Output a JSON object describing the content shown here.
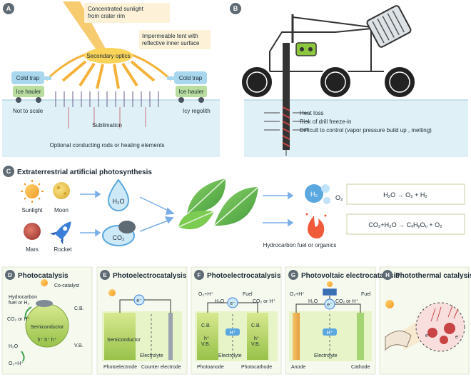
{
  "panelA": {
    "letter": "A",
    "sunlight": "Concentrated sunlight\nfrom crater rim",
    "tent": "Impermeable tent with\nreflective inner surface",
    "optics": "Secondary optics",
    "cold_trap": "Cold trap",
    "ice_hauler": "Ice hauler",
    "not_to_scale": "Not to scale",
    "icy_regolith": "Icy regolith",
    "sublimation": "Sublimation",
    "rods": "Optional conducting rods or heating elements"
  },
  "panelB": {
    "letter": "B",
    "heat_loss": "Heat loss",
    "freeze": "Risk of drill freeze-in",
    "control": "Difficult to control (vapor pressure build up , melting)"
  },
  "panelC": {
    "letter": "C",
    "title": "Extraterrestrial artificial photosynthesis",
    "sunlight": "Sunlight",
    "moon": "Moon",
    "mars": "Mars",
    "rocket": "Rocket",
    "h2o": "H₂O",
    "co2": "CO₂",
    "h2": "H₂",
    "o2": "O₂",
    "fuel": "Hydrocarbon fuel or organics",
    "eq1": "H₂O → O₂ + H₂",
    "eq2": "CO₂+H₂O → CₓHᵧOᵤ + O₂"
  },
  "panelD": {
    "letter": "D",
    "title": "Photocatalysis",
    "cocatalyst": "Co-catalyst",
    "fuel_l1": "Hydrocarbon",
    "fuel_l2": "fuel or H₂",
    "cb": "C.B.",
    "vb": "V.B.",
    "co2": "CO₂ or H⁺",
    "semi": "Semiconductor",
    "h2o": "H₂O",
    "o2": "O₂+H⁺",
    "holes": "h⁺ h⁺ h⁺"
  },
  "panelE": {
    "letter": "E",
    "title": "Photoelectrocatalysis",
    "semi": "Semiconductor",
    "electrolyte": "Electrolyte",
    "photoelectrode": "Photoelectrode",
    "counter": "Counter electrode",
    "e": "e⁻"
  },
  "panelF": {
    "letter": "F",
    "title": "Photoelectrocatalysis",
    "o2": "O₂+H⁺",
    "h2o": "H₂O",
    "fuel": "Fuel",
    "co2": "CO₂ or H⁺",
    "cb": "C.B.",
    "vb": "V.B.",
    "h": "h⁺",
    "e": "e⁻",
    "hplus": "H⁺",
    "electrolyte": "Electrolyte",
    "photoanode": "Photoanode",
    "photocathode": "Photocathode"
  },
  "panelG": {
    "letter": "G",
    "title": "Photovoltaic electrocatalysis",
    "o2": "O₂+H⁺",
    "h2o": "H₂O",
    "co2": "CO₂ or H⁺",
    "fuel": "Fuel",
    "e": "e⁻",
    "hplus": "H⁺",
    "electrolyte": "Electrolyte",
    "anode": "Anode",
    "cathode": "Cathode"
  },
  "panelH": {
    "letter": "H",
    "title": "Photothermal catalysis",
    "e": "e⁻"
  },
  "colors": {
    "ground": "#dff1f7",
    "sun_ray": "#f4b23a",
    "label_box": "#fdf2d8",
    "cold_trap": "#a9d8ee",
    "ice_hauler": "#b8dd9e",
    "leaf": "#6cbf4a",
    "panel_bg": "#f6f9ee",
    "letter_circle": "#5e6a74"
  }
}
